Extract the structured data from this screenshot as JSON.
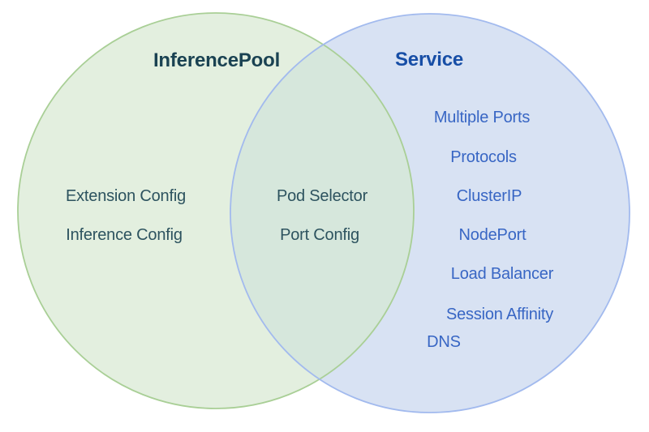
{
  "diagram": {
    "type": "venn",
    "left_circle": {
      "title": "InferencePool",
      "items": [
        "Extension Config",
        "Inference Config"
      ],
      "fill_color": "#e3efdf",
      "border_color": "#a9cf96",
      "title_color": "#1a4252",
      "item_color": "#2d535f"
    },
    "overlap": {
      "items": [
        "Pod Selector",
        "Port Config"
      ],
      "fill_color": "#d6e7dc",
      "item_color": "#2d535f"
    },
    "right_circle": {
      "title": "Service",
      "items": [
        "Multiple Ports",
        "Protocols",
        "ClusterIP",
        "NodePort",
        "Load Balancer",
        "Session Affinity",
        "DNS"
      ],
      "fill_color": "#d8e2f3",
      "border_color": "#a2baee",
      "title_color": "#174ea6",
      "item_color": "#3866c4"
    }
  }
}
